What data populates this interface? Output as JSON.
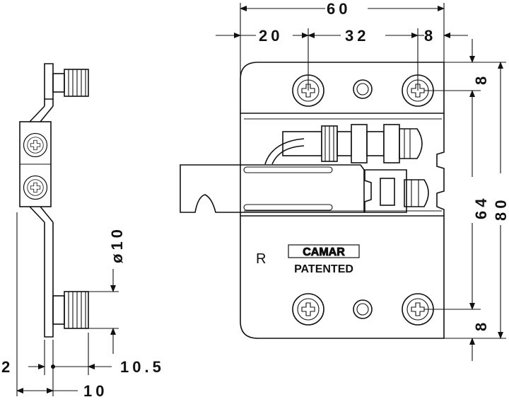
{
  "dimensions": {
    "width_total": "60",
    "left_offset": "20",
    "hole_spacing": "32",
    "right_offset": "8",
    "right_top": "8",
    "right_inner": "64",
    "right_total": "80",
    "right_bottom": "8",
    "bolt_diameter": "ø10",
    "side_left": "2",
    "side_offset": "10.5",
    "side_depth": "10"
  },
  "labels": {
    "side_mark": "R",
    "brand": "CAMAR",
    "patent": "PATENTED"
  }
}
